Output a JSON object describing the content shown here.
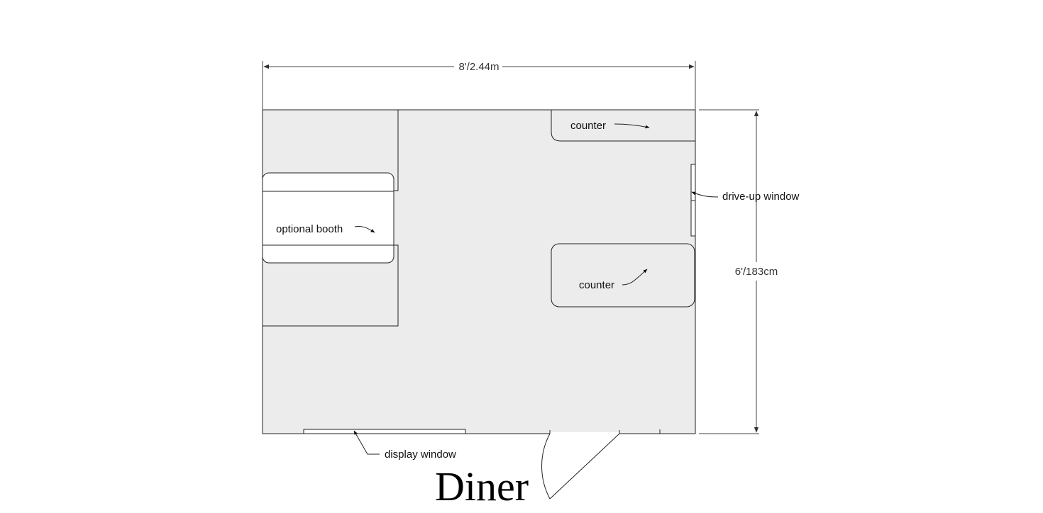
{
  "title": "Diner",
  "dimensions": {
    "width": "8'/2.44m",
    "height": "6'/183cm"
  },
  "labels": {
    "counter_top": "counter",
    "counter_mid": "counter",
    "booth": "optional booth",
    "drive_up": "drive-up window",
    "display": "display window"
  }
}
